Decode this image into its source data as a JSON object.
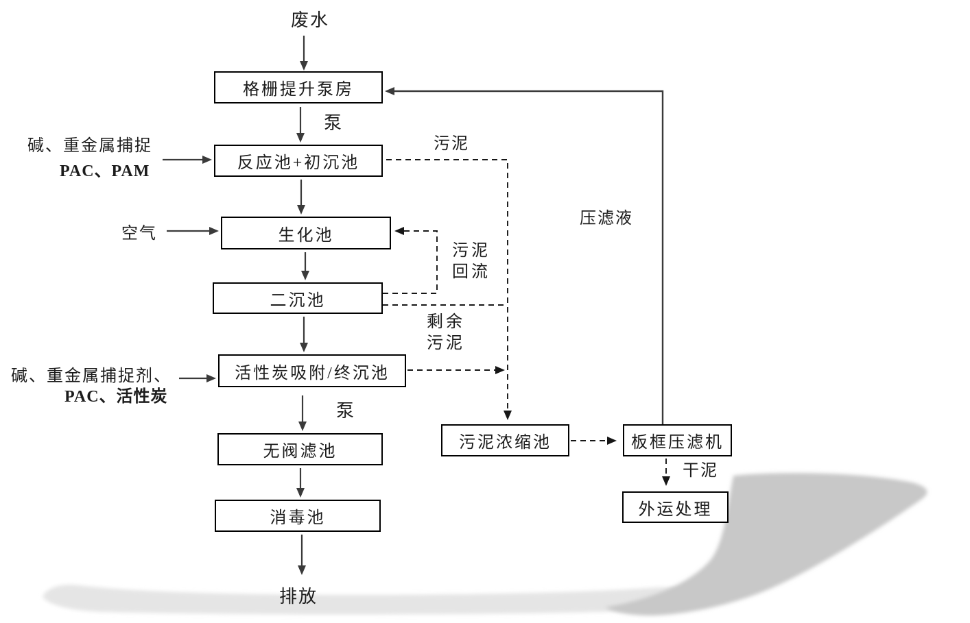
{
  "flowchart": {
    "boxes": [
      {
        "id": "grid-pump-station",
        "label": "格栅提升泵房"
      },
      {
        "id": "reaction-primary-tank",
        "label": "反应池+初沉池"
      },
      {
        "id": "biochemical-tank",
        "label": "生化池"
      },
      {
        "id": "secondary-clarifier",
        "label": "二沉池"
      },
      {
        "id": "carbon-final-clarifier",
        "label": "活性炭吸附/终沉池"
      },
      {
        "id": "valveless-filter",
        "label": "无阀滤池"
      },
      {
        "id": "disinfection-tank",
        "label": "消毒池"
      },
      {
        "id": "sludge-thickener",
        "label": "污泥浓缩池"
      },
      {
        "id": "plate-frame-press",
        "label": "板框压滤机"
      },
      {
        "id": "offsite-disposal",
        "label": "外运处理"
      }
    ],
    "annotations": [
      {
        "id": "wastewater",
        "text": "废水"
      },
      {
        "id": "pump-top",
        "text": "泵"
      },
      {
        "id": "dosing1-line1",
        "text": "碱、重金属捕捉"
      },
      {
        "id": "dosing1-line2",
        "text": "PAC、PAM"
      },
      {
        "id": "air",
        "text": "空气"
      },
      {
        "id": "sludge",
        "text": "污泥"
      },
      {
        "id": "sludge-return",
        "lines": [
          "污泥",
          "回流"
        ]
      },
      {
        "id": "excess-sludge",
        "lines": [
          "剩余",
          "污泥"
        ]
      },
      {
        "id": "dosing2-line1",
        "text": "碱、重金属捕捉剂、"
      },
      {
        "id": "dosing2-line2",
        "text": "PAC、活性炭"
      },
      {
        "id": "pump-bottom",
        "text": "泵"
      },
      {
        "id": "filtrate",
        "text": "压滤液"
      },
      {
        "id": "dry-mud",
        "text": "干泥"
      },
      {
        "id": "discharge",
        "text": "排放"
      }
    ],
    "colors": {
      "background": "#ffffff",
      "text": "#1c1c1c",
      "box_border": "#000000",
      "solid_line": "#3a3a3a",
      "dashed_line": "#161616",
      "shadow_dark": "#c8c8c8",
      "shadow_light": "#e5e5e5"
    }
  }
}
